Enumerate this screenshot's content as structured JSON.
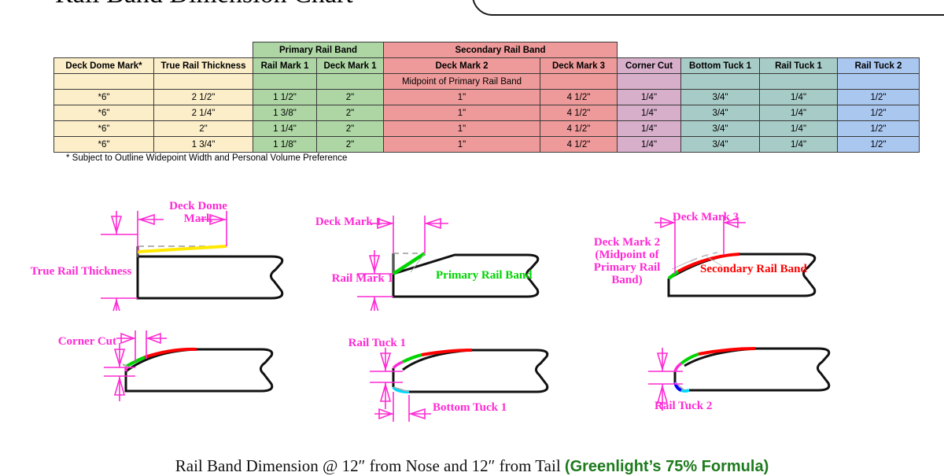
{
  "title": "Rail Band Dimension Chart",
  "table": {
    "group_headers": {
      "primary": "Primary Rail Band",
      "secondary": "Secondary Rail Band"
    },
    "columns": [
      "Deck Dome Mark*",
      "True Rail Thickness",
      "Rail Mark 1",
      "Deck Mark 1",
      "Deck Mark 2",
      "Deck Mark 3",
      "Corner Cut",
      "Bottom Tuck 1",
      "Rail Tuck 1",
      "Rail Tuck 2"
    ],
    "note_row": {
      "deck_mark_2": "Midpoint of Primary Rail Band"
    },
    "rows": [
      [
        "*6\"",
        "2 1/2\"",
        "1 1/2\"",
        "2\"",
        "1\"",
        "4 1/2\"",
        "1/4\"",
        "3/4\"",
        "1/4\"",
        "1/2\""
      ],
      [
        "*6\"",
        "2 1/4\"",
        "1 3/8\"",
        "2\"",
        "1\"",
        "4 1/2\"",
        "1/4\"",
        "3/4\"",
        "1/4\"",
        "1/2\""
      ],
      [
        "*6\"",
        "2\"",
        "1 1/4\"",
        "2\"",
        "1\"",
        "4 1/2\"",
        "1/4\"",
        "3/4\"",
        "1/4\"",
        "1/2\""
      ],
      [
        "*6\"",
        "1 3/4\"",
        "1 1/8\"",
        "2\"",
        "1\"",
        "4 1/2\"",
        "1/4\"",
        "3/4\"",
        "1/4\"",
        "1/2\""
      ]
    ],
    "footnote": "* Subject to Outline Widepoint Width and Personal Volume Preference",
    "colors": {
      "cream": "#fbeec9",
      "green": "#aed6a5",
      "red": "#ef9a9a",
      "purple": "#d8afcb",
      "teal": "#a7cbc6",
      "blue": "#aac7f0"
    }
  },
  "diagrams": {
    "d1": {
      "deck_dome_mark": "Deck Dome\nMark",
      "true_rail_thickness": "True Rail Thickness"
    },
    "d2": {
      "deck_mark_1": "Deck Mark 1",
      "rail_mark_1": "Rail Mark 1",
      "primary_rail_band": "Primary Rail Band"
    },
    "d3": {
      "deck_mark_3": "Deck Mark 3",
      "deck_mark_2": "Deck Mark 2\n(Midpoint of\nPrimary Rail\nBand)",
      "secondary_rail_band": "Secondary Rail Band"
    },
    "d4": {
      "corner_cut": "Corner Cut"
    },
    "d5": {
      "rail_tuck_1": "Rail Tuck 1",
      "bottom_tuck_1": "Bottom Tuck 1"
    },
    "d6": {
      "rail_tuck_2": "Rail Tuck 2"
    }
  },
  "footer": {
    "text_a": "Rail Band Dimension @ 12″ from Nose and 12″ from Tail ",
    "text_b": "(Greenlight’s 75% Formula)"
  },
  "accent_colors": {
    "dimension_magenta": "#ff2ad4",
    "primary_band_green": "#00d400",
    "secondary_band_red": "#ff0000",
    "deck_dome_yellow": "#ffe900",
    "tuck_cyan": "#00d8ff",
    "tuck_blue": "#0000ff",
    "footer_green": "#1d7a1d"
  }
}
